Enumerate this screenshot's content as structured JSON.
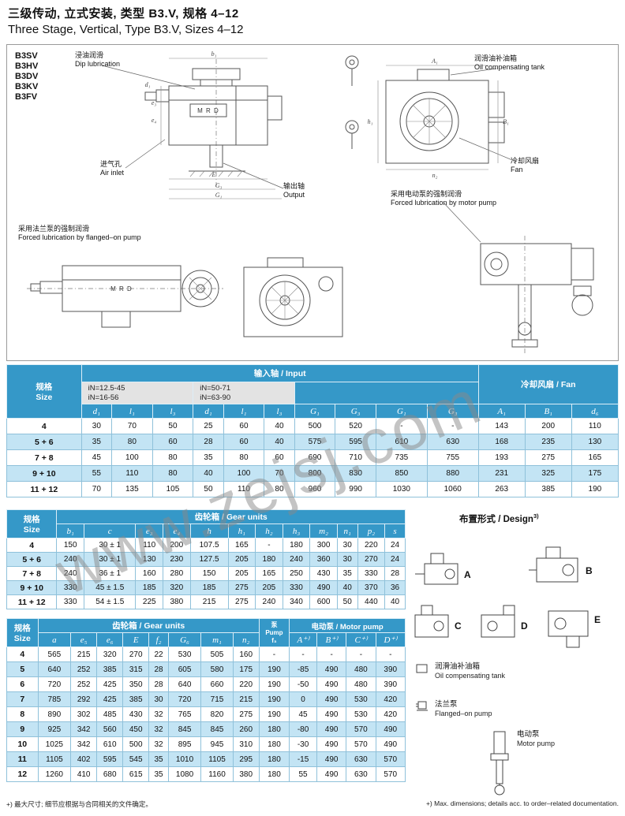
{
  "page": {
    "title_zh": "三级传动, 立式安装, 类型 B3.V, 规格 4–12",
    "title_en": "Three Stage, Vertical, Type B3.V, Sizes 4–12"
  },
  "watermark": "www.zejsj.com",
  "drawing": {
    "models": [
      "B3SV",
      "B3HV",
      "B3DV",
      "B3KV",
      "B3FV"
    ],
    "mrd_label": "M R D",
    "callouts": {
      "dip_zh": "浸油润滑",
      "dip_en": "Dip lubrication",
      "oil_tank_zh": "润滑油补油箱",
      "oil_tank_en": "Oil compensating tank",
      "air_inlet_zh": "进气孔",
      "air_inlet_en": "Air inlet",
      "fan_zh": "冷却风扇",
      "fan_en": "Fan",
      "output_zh": "输出轴",
      "output_en": "Output",
      "motor_pump_zh": "采用电动泵的强制润滑",
      "motor_pump_en": "Forced lubrication by motor pump",
      "flanged_pump_zh": "采用法兰泵的强制润滑",
      "flanged_pump_en": "Forced lubrication by flanged–on pump"
    },
    "dims": [
      "b₁",
      "e₃",
      "e₄",
      "E",
      "G₃",
      "G₁",
      "A₁",
      "B₁",
      "h₁",
      "n₂",
      "d₁"
    ]
  },
  "table1": {
    "header": {
      "size_label": "规格\nSize",
      "input_label": "输入轴 / Input",
      "fan_label": "冷却风扇 / Fan",
      "in_left": "iN=12.5-45\niN=16-56",
      "in_right": "iN=50-71\niN=63-90",
      "cols": [
        "d₁",
        "l₁",
        "l₃",
        "d₁",
        "l₁",
        "l₃",
        "G₁",
        "G₃",
        "G₁",
        "G₃",
        "A₁",
        "B₁",
        "d₆"
      ]
    },
    "rows": [
      {
        "size": "4",
        "values": [
          "30",
          "70",
          "50",
          "25",
          "60",
          "40",
          "500",
          "520",
          "-",
          "-",
          "143",
          "200",
          "110"
        ]
      },
      {
        "size": "5 + 6",
        "values": [
          "35",
          "80",
          "60",
          "28",
          "60",
          "40",
          "575",
          "595",
          "610",
          "630",
          "168",
          "235",
          "130"
        ]
      },
      {
        "size": "7 + 8",
        "values": [
          "45",
          "100",
          "80",
          "35",
          "80",
          "60",
          "690",
          "710",
          "735",
          "755",
          "193",
          "275",
          "165"
        ]
      },
      {
        "size": "9 + 10",
        "values": [
          "55",
          "110",
          "80",
          "40",
          "100",
          "70",
          "800",
          "830",
          "850",
          "880",
          "231",
          "325",
          "175"
        ]
      },
      {
        "size": "11 + 12",
        "values": [
          "70",
          "135",
          "105",
          "50",
          "110",
          "80",
          "960",
          "990",
          "1030",
          "1060",
          "263",
          "385",
          "190"
        ]
      }
    ]
  },
  "table2": {
    "header": {
      "size_label": "规格\nSize",
      "group_label": "齿轮箱 / Gear units",
      "cols": [
        "b₁",
        "c",
        "e₃",
        "e₄",
        "h",
        "h₁",
        "h₂",
        "h₃",
        "m₂",
        "n₁",
        "p₂",
        "s"
      ]
    },
    "rows": [
      {
        "size": "4",
        "values": [
          "150",
          "30 ± 1",
          "110",
          "200",
          "107.5",
          "165",
          "-",
          "180",
          "300",
          "30",
          "220",
          "24"
        ]
      },
      {
        "size": "5 + 6",
        "values": [
          "240",
          "30 ± 1",
          "130",
          "230",
          "127.5",
          "205",
          "180",
          "240",
          "360",
          "30",
          "270",
          "24"
        ]
      },
      {
        "size": "7 + 8",
        "values": [
          "240",
          "36 ± 1",
          "160",
          "280",
          "150",
          "205",
          "165",
          "250",
          "430",
          "35",
          "330",
          "28"
        ]
      },
      {
        "size": "9 + 10",
        "values": [
          "330",
          "45 ± 1.5",
          "185",
          "320",
          "185",
          "275",
          "205",
          "330",
          "490",
          "40",
          "370",
          "36"
        ]
      },
      {
        "size": "11 + 12",
        "values": [
          "330",
          "54 ± 1.5",
          "225",
          "380",
          "215",
          "275",
          "240",
          "340",
          "600",
          "50",
          "440",
          "40"
        ]
      }
    ]
  },
  "table3": {
    "header": {
      "size_label": "规格\nSize",
      "group_label": "齿轮箱 / Gear units",
      "pump_label": "泵\nPump\nf₃",
      "motor_label": "电动泵 / Motor pump",
      "gear_cols": [
        "a",
        "e₅",
        "e₆",
        "E",
        "f₂",
        "G₆",
        "m₁",
        "n₂"
      ],
      "motor_cols": [
        "A⁺⁾",
        "B⁺⁾",
        "C⁺⁾",
        "D⁺⁾"
      ]
    },
    "rows": [
      {
        "size": "4",
        "values": [
          "565",
          "215",
          "320",
          "270",
          "22",
          "530",
          "505",
          "160",
          "-",
          "-",
          "-",
          "-",
          "-"
        ]
      },
      {
        "size": "5",
        "values": [
          "640",
          "252",
          "385",
          "315",
          "28",
          "605",
          "580",
          "175",
          "190",
          "-85",
          "490",
          "480",
          "390"
        ]
      },
      {
        "size": "6",
        "values": [
          "720",
          "252",
          "425",
          "350",
          "28",
          "640",
          "660",
          "220",
          "190",
          "-50",
          "490",
          "480",
          "390"
        ]
      },
      {
        "size": "7",
        "values": [
          "785",
          "292",
          "425",
          "385",
          "30",
          "720",
          "715",
          "215",
          "190",
          "0",
          "490",
          "530",
          "420"
        ]
      },
      {
        "size": "8",
        "values": [
          "890",
          "302",
          "485",
          "430",
          "32",
          "765",
          "820",
          "275",
          "190",
          "45",
          "490",
          "530",
          "420"
        ]
      },
      {
        "size": "9",
        "values": [
          "925",
          "342",
          "560",
          "450",
          "32",
          "845",
          "845",
          "260",
          "180",
          "-80",
          "490",
          "570",
          "490"
        ]
      },
      {
        "size": "10",
        "values": [
          "1025",
          "342",
          "610",
          "500",
          "32",
          "895",
          "945",
          "310",
          "180",
          "-30",
          "490",
          "570",
          "490"
        ]
      },
      {
        "size": "11",
        "values": [
          "1105",
          "402",
          "595",
          "545",
          "35",
          "1010",
          "1105",
          "295",
          "180",
          "-15",
          "490",
          "630",
          "570"
        ]
      },
      {
        "size": "12",
        "values": [
          "1260",
          "410",
          "680",
          "615",
          "35",
          "1080",
          "1160",
          "380",
          "180",
          "55",
          "490",
          "630",
          "570"
        ]
      }
    ]
  },
  "design": {
    "title": "布置形式 / Design",
    "title_sup": "3)",
    "variants": [
      "A",
      "B",
      "C",
      "D",
      "E"
    ],
    "legend": [
      {
        "zh": "润滑油补油箱",
        "en": "Oil compensating tank"
      },
      {
        "zh": "法兰泵",
        "en": "Flanged–on pump"
      },
      {
        "zh": "电动泵",
        "en": "Motor pump"
      }
    ]
  },
  "footer": {
    "note_zh": "+) 最大尺寸; 细节应根据与合同相关的文件确定。",
    "note_en": "+) Max. dimensions; details acc. to order–related documentation."
  }
}
